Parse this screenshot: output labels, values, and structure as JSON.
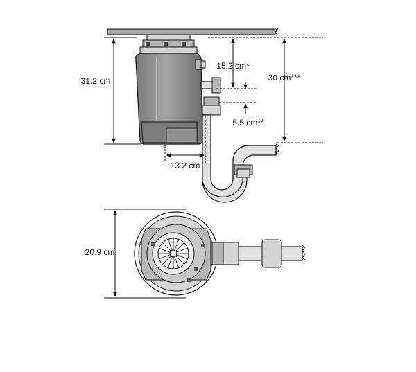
{
  "side_view": {
    "height_label": "31.2 cm",
    "inlet_offset_label": "15.2 cm*",
    "trap_height_label": "30 cm***",
    "outlet_offset_label": "5.5 cm**",
    "outlet_reach_label": "13.2 cm"
  },
  "top_view": {
    "diameter_label": "20.9 cm"
  }
}
